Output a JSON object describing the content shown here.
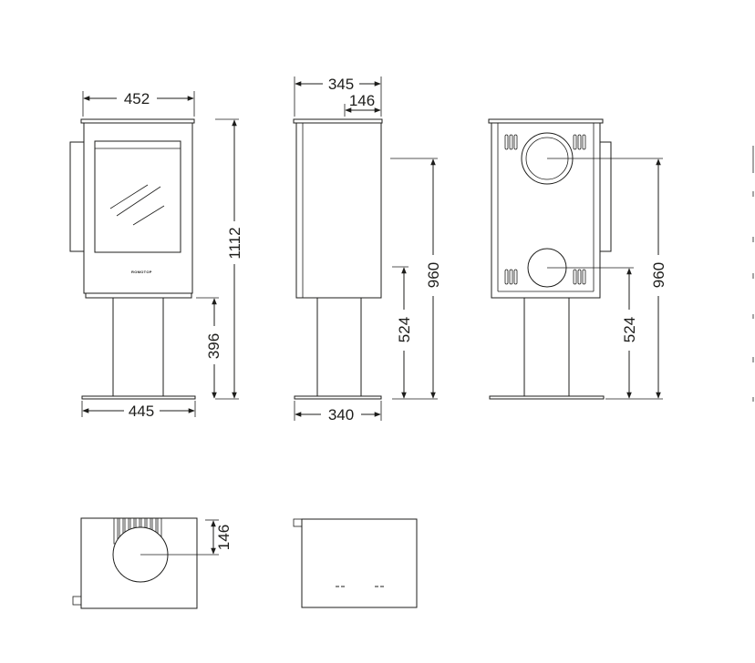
{
  "front_view": {
    "width_top_mm": "452",
    "height_total_mm": "1112",
    "pedestal_height_mm": "396",
    "base_width_mm": "445",
    "brand_text": "ROMOTOP"
  },
  "side_view": {
    "depth_mm": "345",
    "flue_offset_mm": "146",
    "top_outlet_height_mm": "960",
    "rear_outlet_height_mm": "524",
    "base_depth_mm": "340"
  },
  "rear_view": {
    "top_outlet_height_mm": "960",
    "rear_outlet_height_mm": "524"
  },
  "top_view": {
    "flue_offset_mm": "146"
  },
  "colors": {
    "line": "#1d1d1b",
    "background": "#ffffff"
  }
}
